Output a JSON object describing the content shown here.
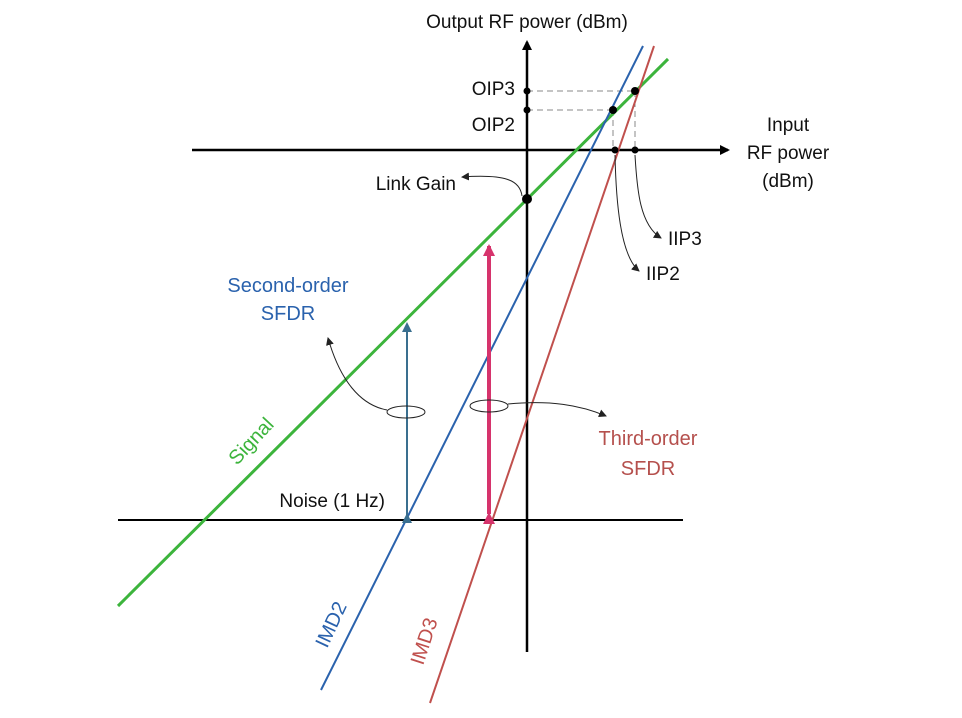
{
  "axes": {
    "y_label": "Output RF power (dBm)",
    "x_label_lines": [
      "Input",
      "RF power",
      "(dBm)"
    ]
  },
  "labels": {
    "oip3": "OIP3",
    "oip2": "OIP2",
    "link_gain": "Link Gain",
    "iip3": "IIP3",
    "iip2": "IIP2",
    "noise": "Noise (1 Hz)",
    "second_order_sfdr_lines": [
      "Second-order",
      "SFDR"
    ],
    "third_order_sfdr_lines": [
      "Third-order",
      "SFDR"
    ],
    "signal": "Signal",
    "imd2": "IMD2",
    "imd3": "IMD3"
  },
  "colors": {
    "axis": "#000000",
    "signal": "#3cb43c",
    "imd2": "#2a62ad",
    "imd3": "#c0504d",
    "second_order_sfdr": "#2a62ad",
    "third_order_sfdr": "#b5504d",
    "third_order_arrow": "#d6336c",
    "second_order_arrow": "#3a6f8f",
    "guide": "#888888"
  }
}
